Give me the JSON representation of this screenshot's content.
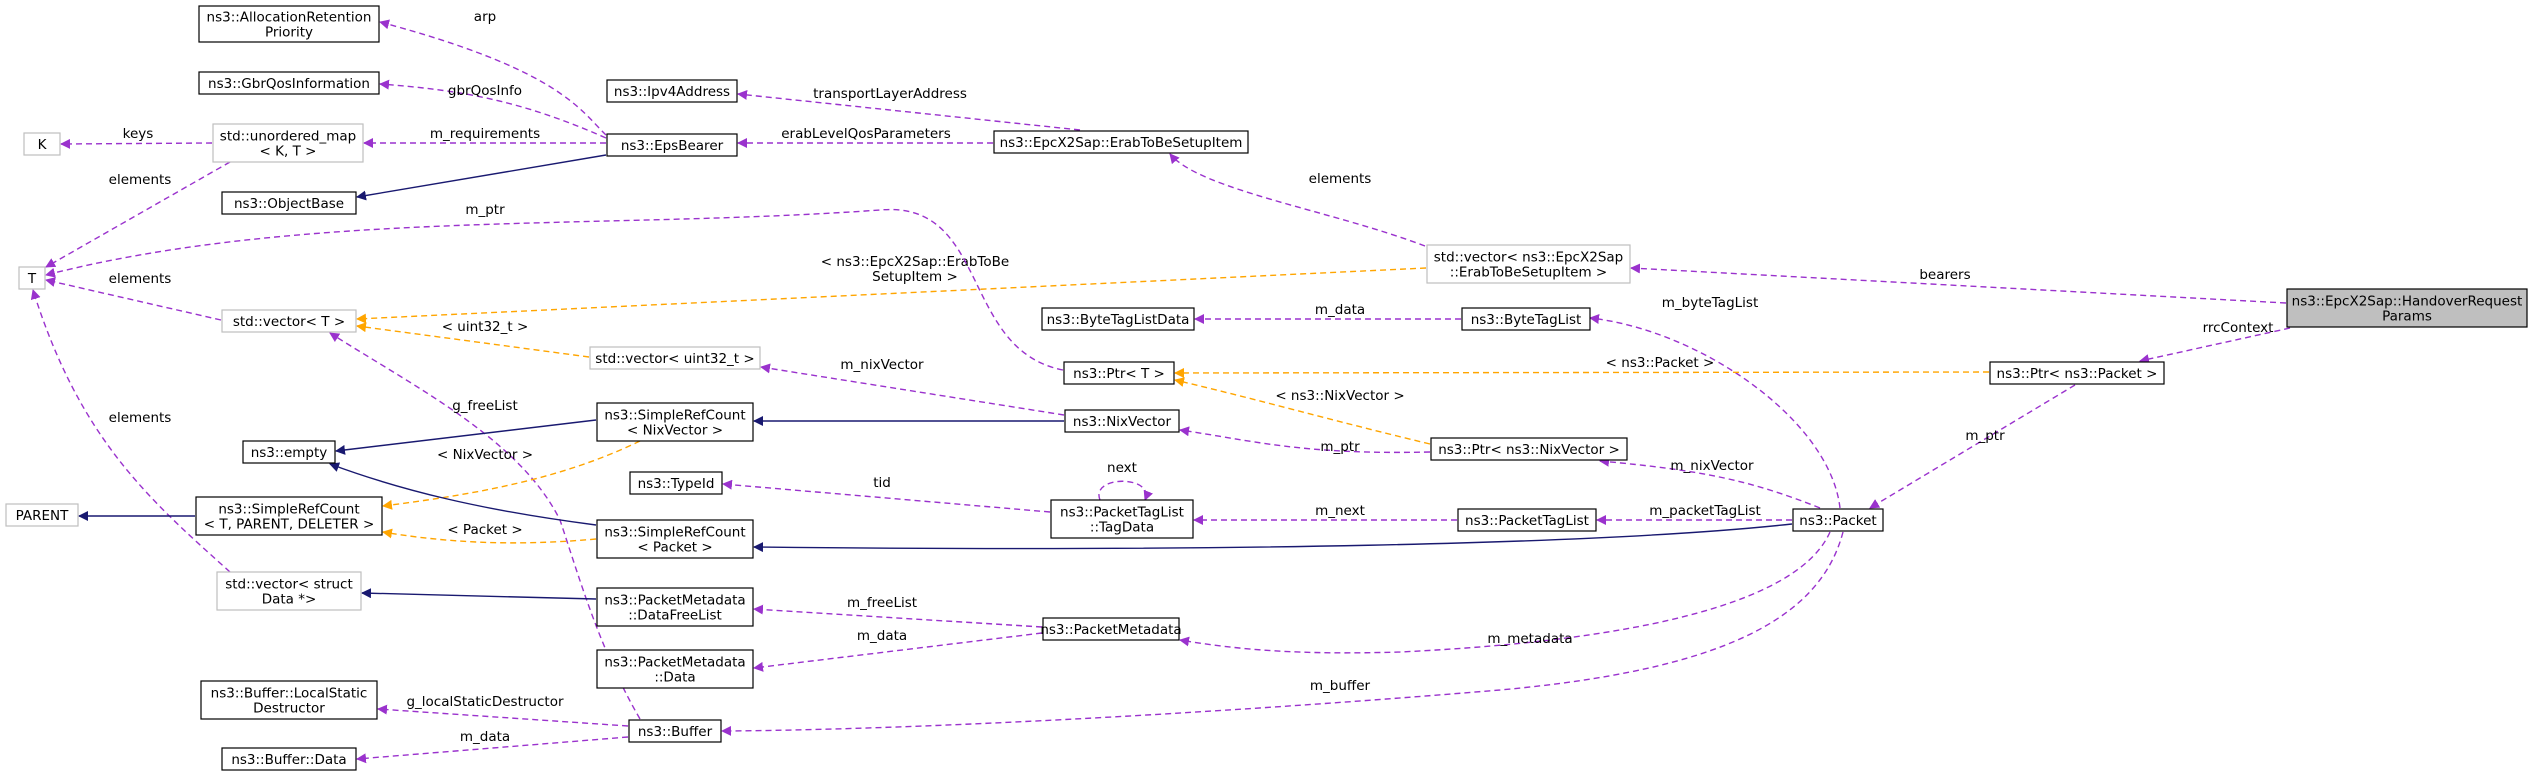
{
  "colors": {
    "member_edge": "#9a32cd",
    "template_edge": "#ffa500",
    "inherit_edge": "#191970",
    "node_border": "#000000",
    "external_node_border": "#bfbfbf",
    "focus_fill": "#bfbfbf"
  },
  "nodes": [
    {
      "id": "arp_t",
      "kind": "normal",
      "lines": [
        "ns3::AllocationRetention",
        "Priority"
      ]
    },
    {
      "id": "gbr",
      "kind": "normal",
      "lines": [
        "ns3::GbrQosInformation"
      ]
    },
    {
      "id": "K",
      "kind": "external",
      "lines": [
        "K"
      ]
    },
    {
      "id": "umap",
      "kind": "external",
      "lines": [
        "std::unordered_map",
        "< K, T >"
      ]
    },
    {
      "id": "eps",
      "kind": "normal",
      "lines": [
        "ns3::EpsBearer"
      ]
    },
    {
      "id": "objbase",
      "kind": "normal",
      "lines": [
        "ns3::ObjectBase"
      ]
    },
    {
      "id": "ipv4",
      "kind": "normal",
      "lines": [
        "ns3::Ipv4Address"
      ]
    },
    {
      "id": "erabitem",
      "kind": "normal",
      "lines": [
        "ns3::EpcX2Sap::ErabToBeSetupItem"
      ]
    },
    {
      "id": "T",
      "kind": "external",
      "lines": [
        "T"
      ]
    },
    {
      "id": "vecT",
      "kind": "external",
      "lines": [
        "std::vector< T >"
      ]
    },
    {
      "id": "vecErab",
      "kind": "external",
      "lines": [
        "std::vector< ns3::EpcX2Sap",
        "::ErabToBeSetupItem >"
      ]
    },
    {
      "id": "handover",
      "kind": "focus",
      "lines": [
        "ns3::EpcX2Sap::HandoverRequest",
        "Params"
      ]
    },
    {
      "id": "btld",
      "kind": "normal",
      "lines": [
        "ns3::ByteTagListData"
      ]
    },
    {
      "id": "btl",
      "kind": "normal",
      "lines": [
        "ns3::ByteTagList"
      ]
    },
    {
      "id": "vecU32",
      "kind": "external",
      "lines": [
        "std::vector< uint32_t >"
      ]
    },
    {
      "id": "ptrT",
      "kind": "normal",
      "lines": [
        "ns3::Ptr< T >"
      ]
    },
    {
      "id": "ptrPacket",
      "kind": "normal",
      "lines": [
        "ns3::Ptr< ns3::Packet >"
      ]
    },
    {
      "id": "empty",
      "kind": "normal",
      "lines": [
        "ns3::empty"
      ]
    },
    {
      "id": "srcNix",
      "kind": "normal",
      "lines": [
        "ns3::SimpleRefCount",
        "< NixVector >"
      ]
    },
    {
      "id": "nix",
      "kind": "normal",
      "lines": [
        "ns3::NixVector"
      ]
    },
    {
      "id": "ptrNix",
      "kind": "normal",
      "lines": [
        "ns3::Ptr< ns3::NixVector >"
      ]
    },
    {
      "id": "typeid",
      "kind": "normal",
      "lines": [
        "ns3::TypeId"
      ]
    },
    {
      "id": "ptlTag",
      "kind": "normal",
      "lines": [
        "ns3::PacketTagList",
        "::TagData"
      ]
    },
    {
      "id": "ptl",
      "kind": "normal",
      "lines": [
        "ns3::PacketTagList"
      ]
    },
    {
      "id": "packet",
      "kind": "normal",
      "lines": [
        "ns3::Packet"
      ]
    },
    {
      "id": "PARENT",
      "kind": "external",
      "lines": [
        "PARENT"
      ]
    },
    {
      "id": "srcTPD",
      "kind": "normal",
      "lines": [
        "ns3::SimpleRefCount",
        "< T, PARENT, DELETER >"
      ]
    },
    {
      "id": "srcPacket",
      "kind": "normal",
      "lines": [
        "ns3::SimpleRefCount",
        "< Packet >"
      ]
    },
    {
      "id": "vecData",
      "kind": "external",
      "lines": [
        "std::vector< struct",
        "Data *>"
      ]
    },
    {
      "id": "pmdfl",
      "kind": "normal",
      "lines": [
        "ns3::PacketMetadata",
        "::DataFreeList"
      ]
    },
    {
      "id": "pm",
      "kind": "normal",
      "lines": [
        "ns3::PacketMetadata"
      ]
    },
    {
      "id": "pmd",
      "kind": "normal",
      "lines": [
        "ns3::PacketMetadata",
        "::Data"
      ]
    },
    {
      "id": "bufLSD",
      "kind": "normal",
      "lines": [
        "ns3::Buffer::LocalStatic",
        "Destructor"
      ]
    },
    {
      "id": "buffer",
      "kind": "normal",
      "lines": [
        "ns3::Buffer"
      ]
    },
    {
      "id": "bufData",
      "kind": "normal",
      "lines": [
        "ns3::Buffer::Data"
      ]
    }
  ],
  "edges": [
    {
      "id": "e1",
      "type": "member",
      "from": "eps",
      "to": "arp_t",
      "label": [
        "arp"
      ]
    },
    {
      "id": "e2",
      "type": "member",
      "from": "eps",
      "to": "gbr",
      "label": [
        "gbrQosInfo"
      ]
    },
    {
      "id": "e3",
      "type": "member",
      "from": "eps",
      "to": "umap",
      "label": [
        "m_requirements"
      ]
    },
    {
      "id": "e4",
      "type": "inherit",
      "from": "eps",
      "to": "objbase",
      "label": []
    },
    {
      "id": "e5",
      "type": "member",
      "from": "umap",
      "to": "K",
      "label": [
        "keys"
      ]
    },
    {
      "id": "e6",
      "type": "member",
      "from": "umap",
      "to": "T",
      "label": [
        "elements"
      ]
    },
    {
      "id": "e7",
      "type": "member",
      "from": "erabitem",
      "to": "ipv4",
      "label": [
        "transportLayerAddress"
      ]
    },
    {
      "id": "e8",
      "type": "member",
      "from": "erabitem",
      "to": "eps",
      "label": [
        "erabLevelQosParameters"
      ]
    },
    {
      "id": "e9",
      "type": "member",
      "from": "vecErab",
      "to": "erabitem",
      "label": [
        "elements"
      ]
    },
    {
      "id": "e10",
      "type": "member",
      "from": "handover",
      "to": "vecErab",
      "label": [
        "bearers"
      ]
    },
    {
      "id": "e11",
      "type": "member",
      "from": "handover",
      "to": "ptrPacket",
      "label": [
        "rrcContext"
      ]
    },
    {
      "id": "e12",
      "type": "template",
      "from": "vecErab",
      "to": "vecT",
      "label": [
        "< ns3::EpcX2Sap::ErabToBe",
        "SetupItem >"
      ]
    },
    {
      "id": "e13",
      "type": "member",
      "from": "ptrT",
      "to": "T",
      "label": [
        "m_ptr"
      ]
    },
    {
      "id": "e14",
      "type": "member",
      "from": "vecT",
      "to": "T",
      "label": [
        "elements"
      ]
    },
    {
      "id": "e15",
      "type": "member",
      "from": "vecData",
      "to": "T",
      "label": [
        "elements"
      ]
    },
    {
      "id": "e16",
      "type": "template",
      "from": "vecU32",
      "to": "vecT",
      "label": [
        "< uint32_t >"
      ]
    },
    {
      "id": "e17",
      "type": "member",
      "from": "nix",
      "to": "vecU32",
      "label": [
        "m_nixVector"
      ]
    },
    {
      "id": "e18",
      "type": "member",
      "from": "buffer",
      "to": "vecT",
      "label": [
        "g_freeList"
      ]
    },
    {
      "id": "e19",
      "type": "member",
      "from": "btl",
      "to": "btld",
      "label": [
        "m_data"
      ]
    },
    {
      "id": "e20",
      "type": "member",
      "from": "packet",
      "to": "btl",
      "label": [
        "m_byteTagList"
      ]
    },
    {
      "id": "e21",
      "type": "template",
      "from": "ptrPacket",
      "to": "ptrT",
      "label": [
        "< ns3::Packet >"
      ]
    },
    {
      "id": "e22",
      "type": "template",
      "from": "ptrNix",
      "to": "ptrT",
      "label": [
        "< ns3::NixVector >"
      ]
    },
    {
      "id": "e23",
      "type": "member",
      "from": "ptrPacket",
      "to": "packet",
      "label": [
        "m_ptr"
      ]
    },
    {
      "id": "e24",
      "type": "inherit",
      "from": "srcNix",
      "to": "empty",
      "label": []
    },
    {
      "id": "e25",
      "type": "inherit",
      "from": "nix",
      "to": "srcNix",
      "label": []
    },
    {
      "id": "e26",
      "type": "member",
      "from": "ptrNix",
      "to": "nix",
      "label": [
        "m_ptr"
      ]
    },
    {
      "id": "e27",
      "type": "member",
      "from": "packet",
      "to": "ptrNix",
      "label": [
        "m_nixVector"
      ]
    },
    {
      "id": "e28",
      "type": "template",
      "from": "srcNix",
      "to": "srcTPD",
      "label": [
        "< NixVector >"
      ]
    },
    {
      "id": "e29",
      "type": "inherit",
      "from": "srcTPD",
      "to": "PARENT",
      "label": []
    },
    {
      "id": "e30",
      "type": "template",
      "from": "srcPacket",
      "to": "srcTPD",
      "label": [
        "< Packet >"
      ]
    },
    {
      "id": "e31",
      "type": "inherit",
      "from": "srcPacket",
      "to": "empty",
      "label": []
    },
    {
      "id": "e32",
      "type": "inherit",
      "from": "packet",
      "to": "srcPacket",
      "label": []
    },
    {
      "id": "e33",
      "type": "member",
      "from": "ptlTag",
      "to": "typeid",
      "label": [
        "tid"
      ]
    },
    {
      "id": "e34",
      "type": "member",
      "from": "ptlTag",
      "to": "ptlTag",
      "label": [
        "next"
      ]
    },
    {
      "id": "e35",
      "type": "member",
      "from": "ptl",
      "to": "ptlTag",
      "label": [
        "m_next"
      ]
    },
    {
      "id": "e36",
      "type": "member",
      "from": "packet",
      "to": "ptl",
      "label": [
        "m_packetTagList"
      ]
    },
    {
      "id": "e37",
      "type": "inherit",
      "from": "pmdfl",
      "to": "vecData",
      "label": []
    },
    {
      "id": "e38",
      "type": "member",
      "from": "pm",
      "to": "pmdfl",
      "label": [
        "m_freeList"
      ]
    },
    {
      "id": "e39",
      "type": "member",
      "from": "pm",
      "to": "pmd",
      "label": [
        "m_data"
      ]
    },
    {
      "id": "e40",
      "type": "member",
      "from": "packet",
      "to": "pm",
      "label": [
        "m_metadata"
      ]
    },
    {
      "id": "e41",
      "type": "member",
      "from": "buffer",
      "to": "bufLSD",
      "label": [
        "g_localStaticDestructor"
      ]
    },
    {
      "id": "e42",
      "type": "member",
      "from": "buffer",
      "to": "bufData",
      "label": [
        "m_data"
      ]
    },
    {
      "id": "e43",
      "type": "member",
      "from": "packet",
      "to": "buffer",
      "label": [
        "m_buffer"
      ]
    }
  ]
}
